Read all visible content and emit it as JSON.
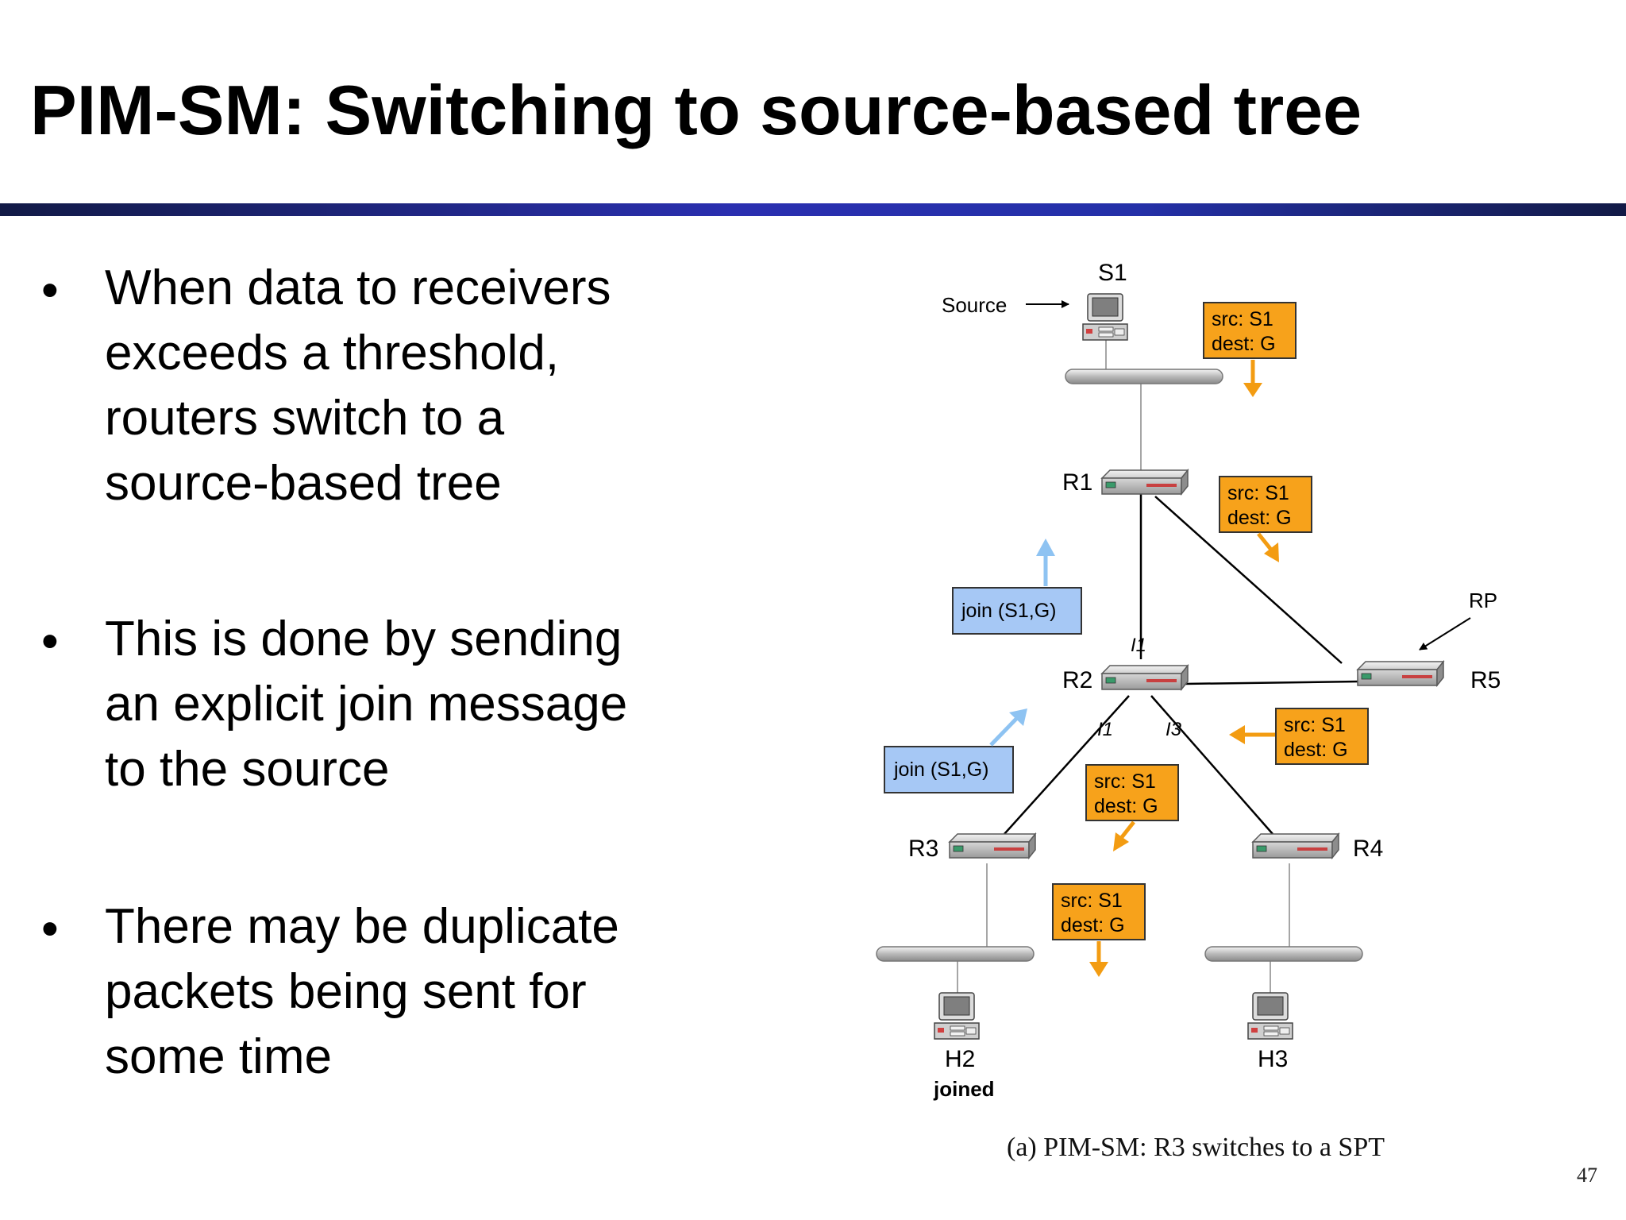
{
  "title": "PIM-SM: Switching to source-based tree",
  "bullets": [
    {
      "text": "When data to receivers\nexceeds a threshold,\nrouters switch to a\nsource-based tree"
    },
    {
      "text": "This is done by sending\nan explicit join message\nto the source"
    },
    {
      "text": "There may be duplicate\npackets being sent for\nsome time"
    }
  ],
  "diagram": {
    "nodes": {
      "s1": "S1",
      "source": "Source",
      "r1": "R1",
      "r2": "R2",
      "r3": "R3",
      "r4": "R4",
      "r5": "R5",
      "rp": "RP",
      "h2": "H2",
      "h3": "H3",
      "joined": "joined"
    },
    "interfaces": {
      "r2_up": "I1",
      "r2_left": "I1",
      "r2_right": "I3"
    },
    "packets": [
      {
        "src": "src: S1",
        "dest": "dest: G"
      },
      {
        "src": "src: S1",
        "dest": "dest: G"
      },
      {
        "src": "src: S1",
        "dest": "dest: G"
      },
      {
        "src": "src: S1",
        "dest": "dest: G"
      },
      {
        "src": "src: S1",
        "dest": "dest: G"
      }
    ],
    "joins": [
      {
        "label": "join (S1,G)"
      },
      {
        "label": "join (S1,G)"
      }
    ],
    "caption": "(a) PIM-SM: R3 switches to a SPT",
    "colors": {
      "packet_fill": "#f7a21b",
      "packet_arrow": "#f39c12",
      "join_fill": "#a6c8f5",
      "join_arrow": "#8ec3f2"
    }
  },
  "page_number": "47"
}
